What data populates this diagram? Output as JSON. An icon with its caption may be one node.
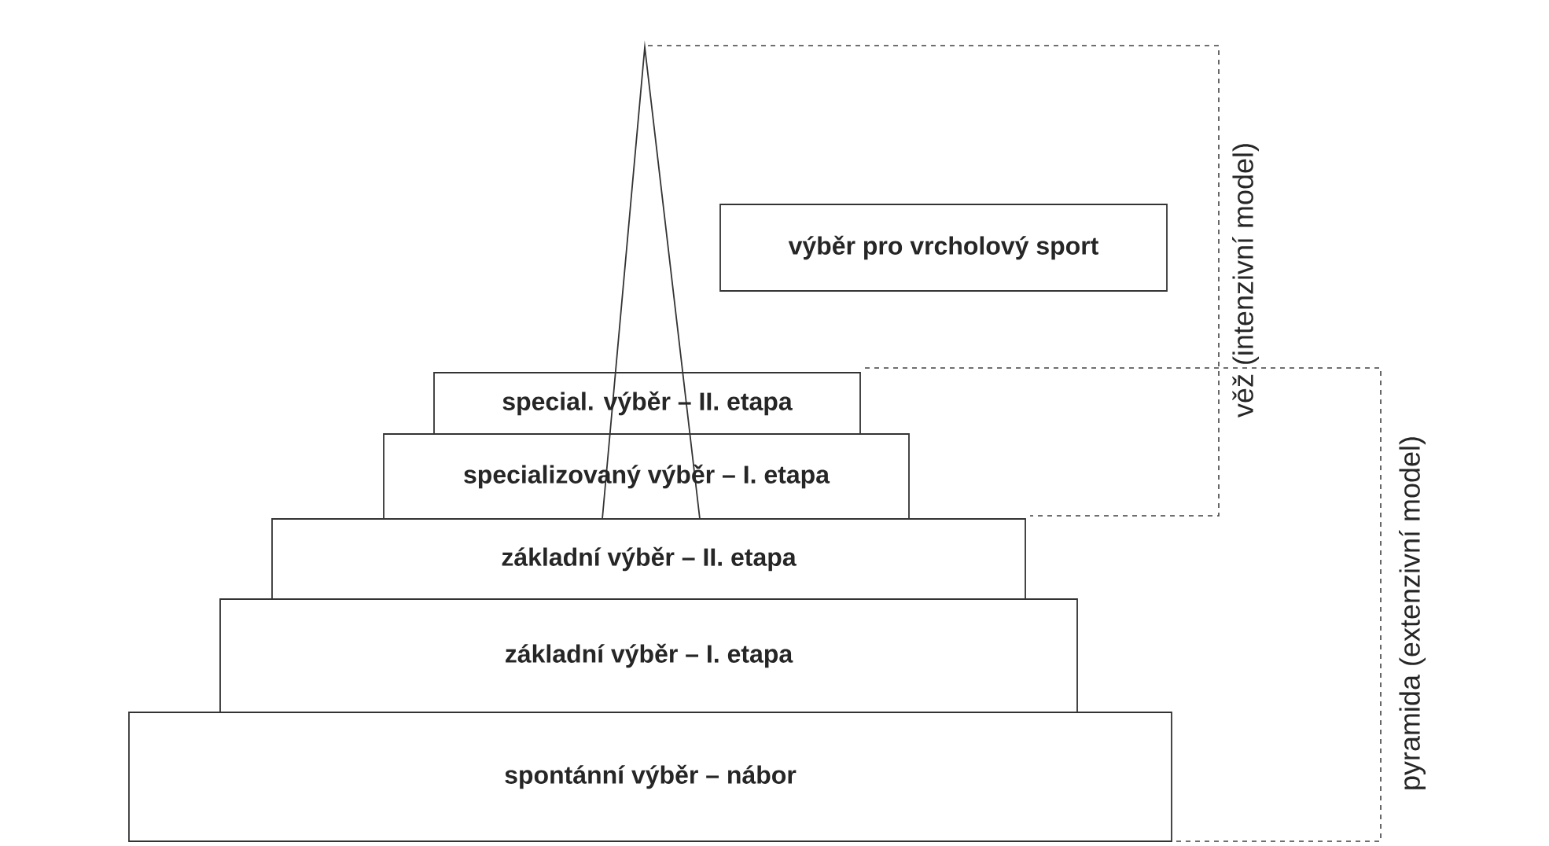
{
  "diagram": {
    "nodes": [
      {
        "text": [
          "výběr pro vrcholový sport"
        ]
      },
      {
        "text": [
          "special. výběr –  II. etapa"
        ]
      },
      {
        "text": [
          "specializovaný výběr –  I. etapa"
        ]
      },
      {
        "text": [
          "základní výběr – II. etapa"
        ]
      },
      {
        "text": [
          "základní výběr – I. etapa"
        ]
      },
      {
        "text": [
          "spontánní výběr – nábor"
        ]
      }
    ],
    "labels": [
      "věž (intenzivní model)",
      "pyramida (extenzivní model)"
    ]
  }
}
